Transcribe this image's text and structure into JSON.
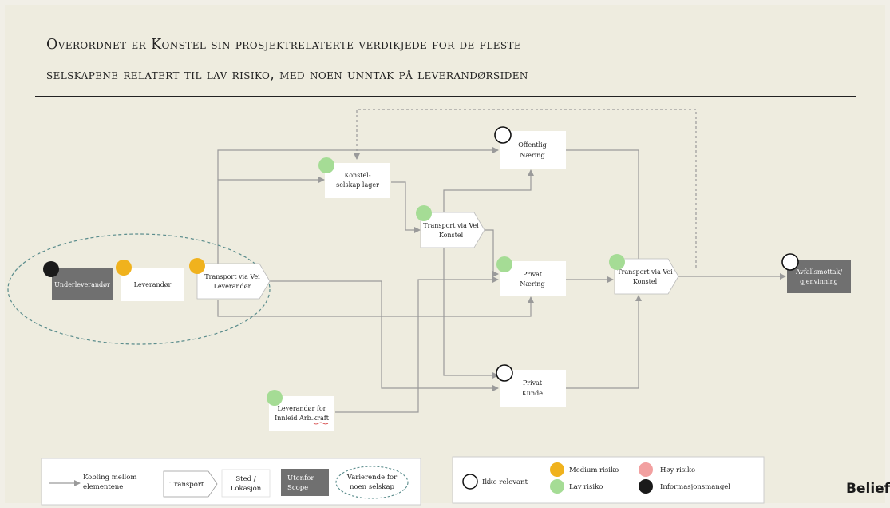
{
  "title": {
    "line1": "Overordnet er Konstel sin prosjektrelaterte verdikjede for de fleste",
    "line2": "selskapene relatert til lav risiko, med noen unntak på leverandørsiden"
  },
  "colors": {
    "medium": "#f0b21d",
    "lav": "#a5dc95",
    "hoy": "#f2a0a0",
    "mangel": "#1a1a1a",
    "ikke": "#ffffff",
    "scope_box": "#707070"
  },
  "nodes": {
    "underleverandor": {
      "lines": [
        "Underleverandør"
      ],
      "risk": "mangel"
    },
    "leverandor": {
      "lines": [
        "Leverandør"
      ],
      "risk": "medium"
    },
    "transport_leverandor": {
      "lines": [
        "Transport via Vei",
        "Leverandør"
      ],
      "risk": "medium"
    },
    "konstel_lager": {
      "lines": [
        "Konstel-",
        "selskap lager"
      ],
      "risk": "lav"
    },
    "transport_konstel_1": {
      "lines": [
        "Transport via Vei",
        "Konstel"
      ],
      "risk": "lav"
    },
    "offentlig_naering": {
      "lines": [
        "Offentlig",
        "Næring"
      ],
      "risk": "ikke"
    },
    "privat_naering": {
      "lines": [
        "Privat",
        "Næring"
      ],
      "risk": "lav"
    },
    "transport_konstel_2": {
      "lines": [
        "Transport via Vei",
        "Konstel"
      ],
      "risk": "lav"
    },
    "avfall": {
      "lines": [
        "Avfallsmottak/",
        "gjenvinning"
      ],
      "risk": "ikke"
    },
    "privat_kunde": {
      "lines": [
        "Privat",
        "Kunde"
      ],
      "risk": "ikke"
    },
    "leverandor_arbeidskraft": {
      "lines": [
        "Leverandør for",
        "Innleid Arb.kraft"
      ],
      "risk": "lav"
    }
  },
  "legend1": {
    "kobling": [
      "Kobling mellom",
      "elementene"
    ],
    "transport": "Transport",
    "sted": [
      "Sted /",
      "Lokasjon"
    ],
    "utenfor": [
      "Utenfor",
      "Scope"
    ],
    "varierende": [
      "Varierende for",
      "noen selskap"
    ]
  },
  "legend2": {
    "ikke_relevant": "Ikke relevant",
    "medium_risiko": "Medium risiko",
    "lav_risiko": "Lav risiko",
    "hoy_risiko": "Høy risiko",
    "informasjonsmangel": "Informasjonsmangel"
  },
  "logo": "Belief"
}
